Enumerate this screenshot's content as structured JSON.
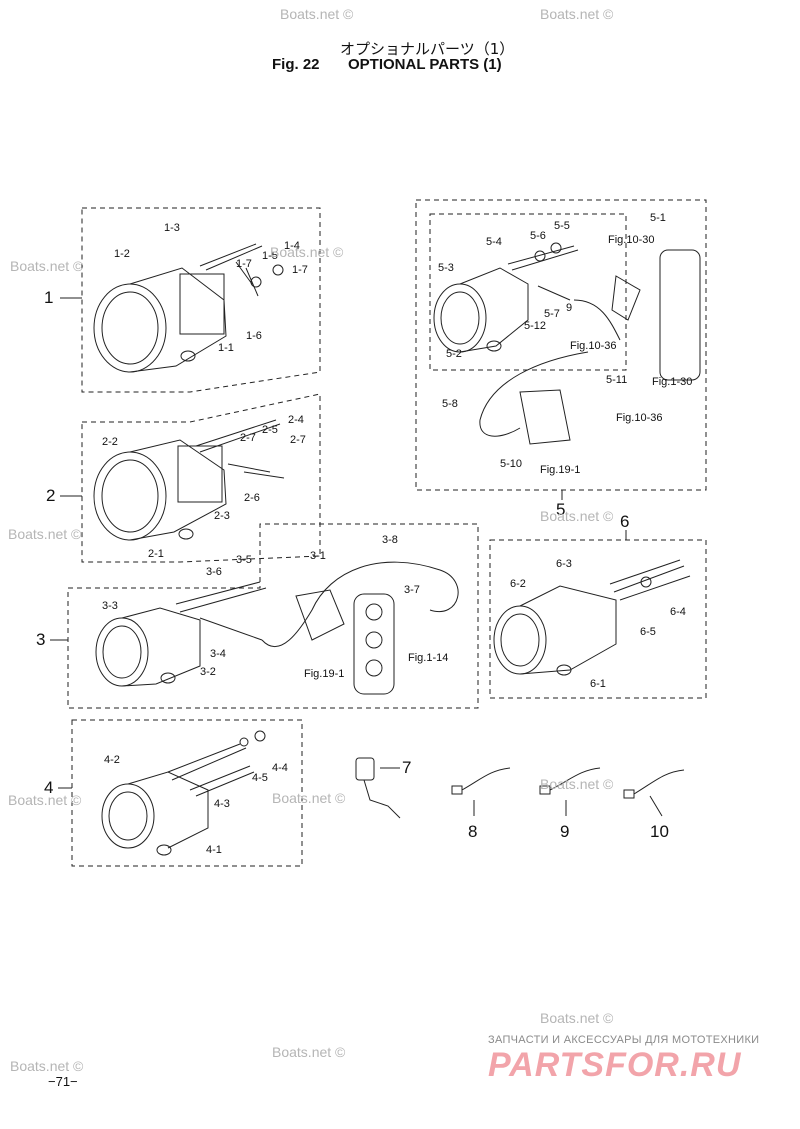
{
  "header": {
    "title_jp": "オプショナルパーツ（1）",
    "fig_label": "Fig. 22",
    "title_en": "OPTIONAL PARTS (1)"
  },
  "watermark": "Boats.net ©",
  "groups": [
    "1",
    "2",
    "3",
    "4",
    "5",
    "6",
    "7",
    "8",
    "9",
    "10"
  ],
  "callouts": {
    "g1": [
      "1-3",
      "1-2",
      "1-7",
      "1-5",
      "1-4",
      "1-7",
      "1-6",
      "1-1"
    ],
    "g2": [
      "2-2",
      "2-5",
      "2-4",
      "2-7",
      "2-7",
      "2-6",
      "2-3",
      "2-1"
    ],
    "g3": [
      "3-1",
      "3-8",
      "3-6",
      "3-5",
      "3-3",
      "3-7",
      "3-4",
      "3-2",
      "Fig.19-1",
      "Fig.1-14"
    ],
    "g4": [
      "4-2",
      "4-4",
      "4-5",
      "4-3",
      "4-1"
    ],
    "g5": [
      "5-1",
      "5-6",
      "5-5",
      "5-4",
      "Fig.10-30",
      "5-3",
      "5-7",
      "9",
      "5-12",
      "Fig.10-36",
      "5-2",
      "5-11",
      "Fig.1-30",
      "5-8",
      "Fig.10-36",
      "5-10",
      "Fig.19-1"
    ],
    "g6": [
      "6-3",
      "6-2",
      "6-4",
      "6-5",
      "6-1"
    ]
  },
  "page_number": "−71−",
  "branding": {
    "tagline": "ЗАПЧАСТИ И АКСЕССУАРЫ ДЛЯ МОТОТЕХНИКИ",
    "logo": "PARTSFOR.RU",
    "logo_color": "#f2a4aa"
  },
  "icons": [
    "tachometer-gauge-icon",
    "bulb-icon",
    "wire-harness-icon",
    "nut-icon",
    "cable-icon",
    "switch-icon",
    "connector-icon",
    "engine-block-icon"
  ]
}
